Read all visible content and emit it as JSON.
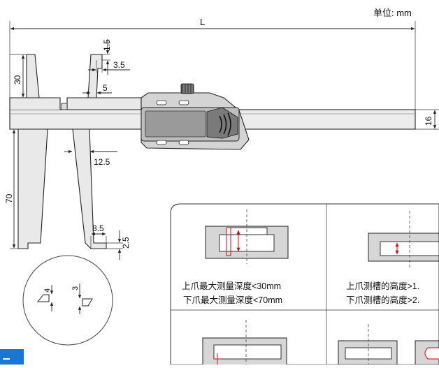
{
  "unit_label": "单位: mm",
  "dimensions": {
    "overall_length": "L",
    "thickness": "16",
    "upper_jaw_depth": "30",
    "upper_tip_height": "1.5",
    "upper_tip_width": "3.5",
    "upper_gap": "5",
    "lower_gap": "12.5",
    "lower_jaw_depth": "70",
    "lower_tip_width": "8.5",
    "lower_tip_height": "2.5",
    "detail_upper": "4",
    "detail_lower": "3"
  },
  "panels": [
    {
      "line1": "上爪最大测量深度<30mm",
      "line2": "下爪最大测量深度<70mm"
    },
    {
      "line1": "上爪测槽的高度>1.",
      "line2": "下爪测槽的高度>2."
    }
  ],
  "colors": {
    "body_fill": "#e9e9e9",
    "display_fill": "#cfcfcf",
    "screen_fill": "#9a9a9a",
    "accent_red": "#e60012",
    "badge_blue": "#1976d2"
  }
}
